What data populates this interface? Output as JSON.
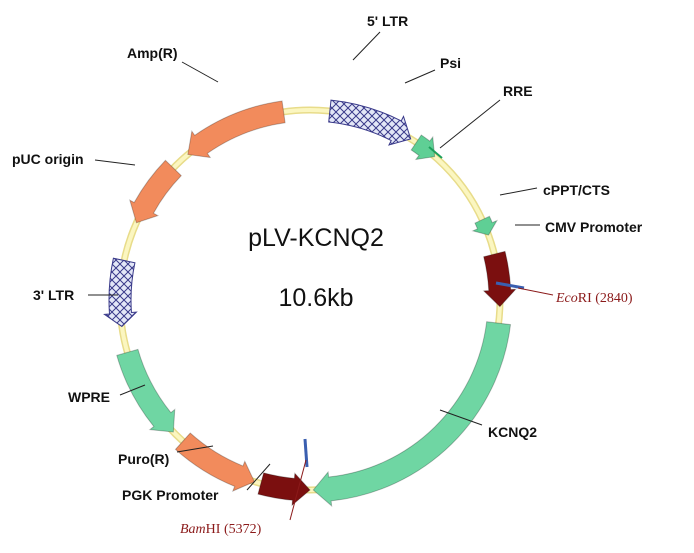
{
  "plasmid": {
    "name": "pLV-KCNQ2",
    "size": "10.6kb"
  },
  "features": [
    {
      "id": "5-ltr",
      "label": "5' LTR",
      "type": "ltr",
      "color": "#dfe3f5"
    },
    {
      "id": "psi",
      "label": "Psi",
      "type": "small",
      "color": "#5fcf95"
    },
    {
      "id": "rre",
      "label": "RRE",
      "type": "line",
      "color": "#1c9f5a"
    },
    {
      "id": "cppt",
      "label": "cPPT/CTS",
      "type": "small",
      "color": "#5fcf95"
    },
    {
      "id": "cmv",
      "label": "CMV Promoter",
      "type": "arrow",
      "color": "#7b0f0f"
    },
    {
      "id": "kcnq2",
      "label": "KCNQ2",
      "type": "arrow",
      "color": "#6fd6a3"
    },
    {
      "id": "pgk",
      "label": "PGK Promoter",
      "type": "arrow",
      "color": "#7b0f0f"
    },
    {
      "id": "puro",
      "label": "Puro(R)",
      "type": "arrow",
      "color": "#f28b5c"
    },
    {
      "id": "wpre",
      "label": "WPRE",
      "type": "arrow",
      "color": "#6fd6a3"
    },
    {
      "id": "3-ltr",
      "label": "3' LTR",
      "type": "ltr",
      "color": "#dfe3f5"
    },
    {
      "id": "puc",
      "label": "pUC origin",
      "type": "arrow",
      "color": "#f28b5c"
    },
    {
      "id": "amp",
      "label": "Amp(R)",
      "type": "arrow",
      "color": "#f28b5c"
    }
  ],
  "sites": [
    {
      "id": "ecori",
      "name": "Eco",
      "suffix": "RI",
      "position": "(2840)"
    },
    {
      "id": "bamhi",
      "name": "Bam",
      "suffix": "HI",
      "position": "(5372)"
    }
  ],
  "colors": {
    "backbone": "#fbf6c0",
    "backbone_edge": "#e8dc8a",
    "site_mark": "#3a5fb0",
    "site_text": "#8b1a1a"
  }
}
